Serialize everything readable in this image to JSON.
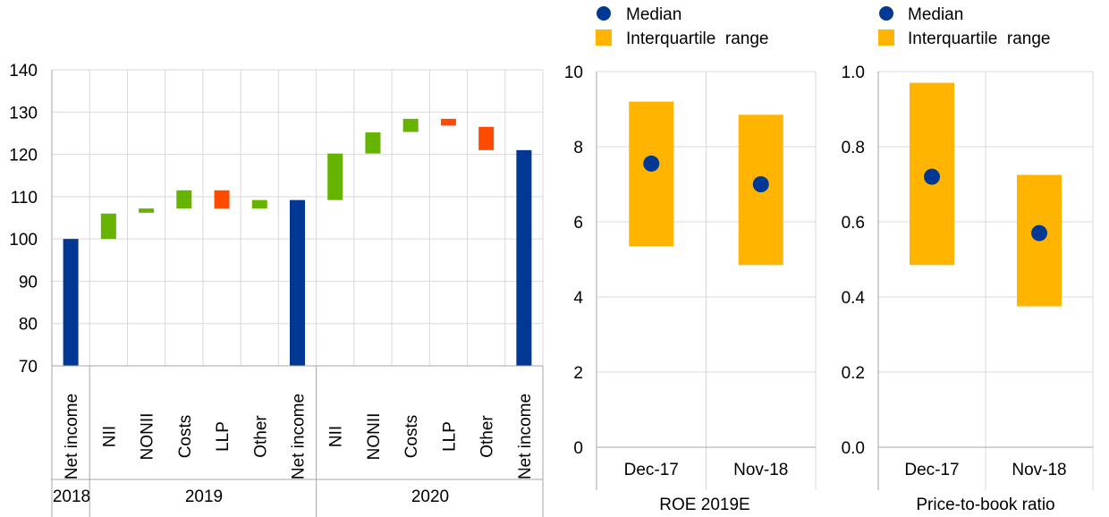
{
  "chart_data": [
    {
      "type": "waterfall",
      "yaxis": {
        "ylim": [
          70,
          140
        ],
        "ticks": [
          70,
          80,
          90,
          100,
          110,
          120,
          130,
          140
        ]
      },
      "grid": true,
      "groups": [
        {
          "label": "2018",
          "span": [
            0,
            0
          ]
        },
        {
          "label": "2019",
          "span": [
            1,
            6
          ]
        },
        {
          "label": "2020",
          "span": [
            7,
            12
          ]
        }
      ],
      "bars": [
        {
          "label": "Net income",
          "kind": "total",
          "from": 70,
          "to": 100
        },
        {
          "label": "NII",
          "kind": "increase",
          "from": 100,
          "to": 106
        },
        {
          "label": "NONII",
          "kind": "increase",
          "from": 106.2,
          "to": 107.2
        },
        {
          "label": "Costs",
          "kind": "increase",
          "from": 107.2,
          "to": 111.5
        },
        {
          "label": "LLP",
          "kind": "decrease",
          "from": 107.2,
          "to": 111.5
        },
        {
          "label": "Other",
          "kind": "increase",
          "from": 107.2,
          "to": 109.2
        },
        {
          "label": "Net income",
          "kind": "total",
          "from": 70,
          "to": 109.2
        },
        {
          "label": "NII",
          "kind": "increase",
          "from": 109.2,
          "to": 120.2
        },
        {
          "label": "NONII",
          "kind": "increase",
          "from": 120.2,
          "to": 125.2
        },
        {
          "label": "Costs",
          "kind": "increase",
          "from": 125.3,
          "to": 128.4
        },
        {
          "label": "LLP",
          "kind": "decrease",
          "from": 126.8,
          "to": 128.4
        },
        {
          "label": "Other",
          "kind": "decrease",
          "from": 121,
          "to": 126.5
        },
        {
          "label": "Net income",
          "kind": "total",
          "from": 70,
          "to": 121
        }
      ],
      "colors": {
        "total": "#003894",
        "increase": "#66b300",
        "decrease": "#ff4b00"
      }
    },
    {
      "type": "range",
      "xlabel": "ROE 2019E",
      "categories": [
        "Dec-17",
        "Nov-18"
      ],
      "median": [
        7.55,
        7.0
      ],
      "iqr_low": [
        5.35,
        4.85
      ],
      "iqr_high": [
        9.2,
        8.85
      ],
      "yaxis": {
        "ylim": [
          0,
          10
        ],
        "ticks": [
          "0",
          "2",
          "4",
          "6",
          "8",
          "10"
        ]
      },
      "legend": {
        "median": "Median",
        "iqr": "Interquartile  range",
        "placement": "top"
      },
      "colors": {
        "median": "#003894",
        "iqr": "#ffb400"
      }
    },
    {
      "type": "range",
      "xlabel": "Price-to-book ratio",
      "categories": [
        "Dec-17",
        "Nov-18"
      ],
      "median": [
        0.72,
        0.57
      ],
      "iqr_low": [
        0.485,
        0.375
      ],
      "iqr_high": [
        0.97,
        0.725
      ],
      "yaxis": {
        "ylim": [
          0,
          1
        ],
        "ticks": [
          "0.0",
          "0.2",
          "0.4",
          "0.6",
          "0.8",
          "1.0"
        ]
      },
      "legend": {
        "median": "Median",
        "iqr": "Interquartile  range",
        "placement": "top"
      },
      "colors": {
        "median": "#003894",
        "iqr": "#ffb400"
      }
    }
  ]
}
